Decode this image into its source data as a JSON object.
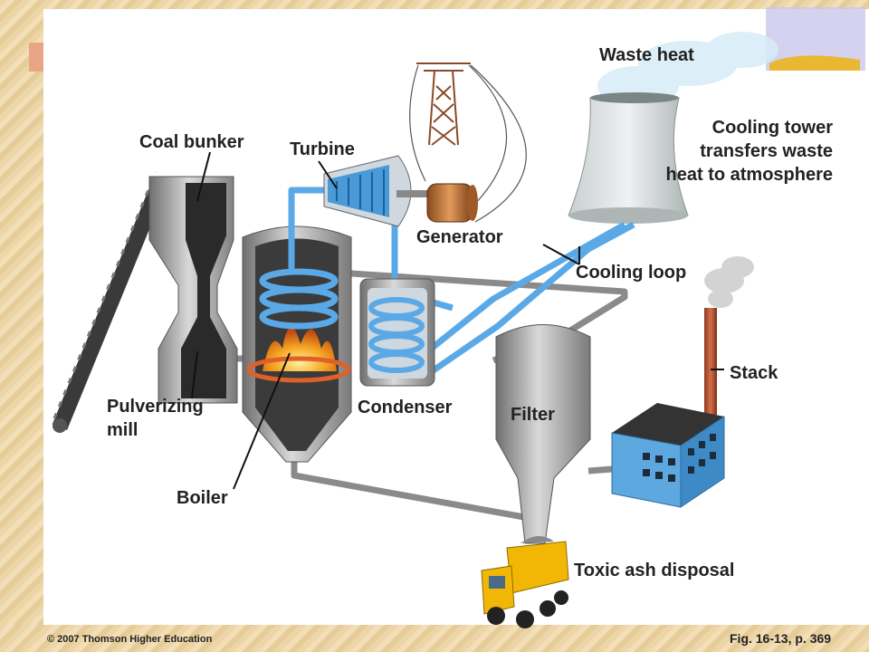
{
  "labels": {
    "waste_heat": "Waste heat",
    "cooling_tower": "Cooling tower transfers waste heat to atmosphere",
    "coal_bunker": "Coal bunker",
    "turbine": "Turbine",
    "generator": "Generator",
    "cooling_loop": "Cooling loop",
    "stack": "Stack",
    "pulverizing_mill": "Pulverizing mill",
    "condenser": "Condenser",
    "filter": "Filter",
    "boiler": "Boiler",
    "toxic_ash": "Toxic ash disposal"
  },
  "copyright": "© 2007 Thomson Higher Education",
  "figure_ref": "Fig. 16-13, p. 369",
  "colors": {
    "pipe_blue": "#5aa9e6",
    "pipe_gray": "#9a9a9a",
    "border_tan": "#ecd5a6",
    "flame": "#f5a623",
    "factory_blue": "#5da8df",
    "truck_yellow": "#f2b705"
  }
}
